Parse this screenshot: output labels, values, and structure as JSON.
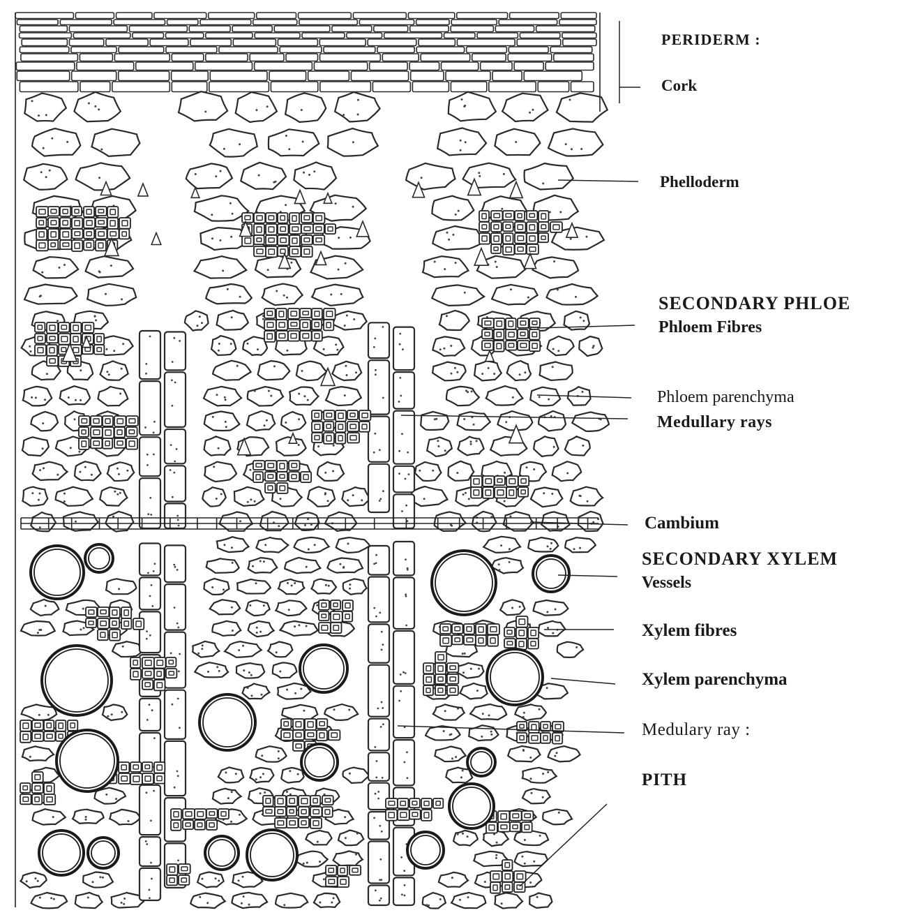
{
  "labels": {
    "periderm": "PERIDERM :",
    "cork": "Cork",
    "phelloderm": "Phelloderm",
    "secondary_phloem": "SECONDARY PHLOE",
    "phloem_fibres": "Phloem Fibres",
    "phloem_parenchyma": "Phloem parenchyma",
    "medullary_rays": "Medullary rays",
    "cambium": "Cambium",
    "secondary_xylem": "SECONDARY XYLEM",
    "vessels": "Vessels",
    "xylem_fibres": "Xylem fibres",
    "xylem_parenchyma": "Xylem parenchyma",
    "medulary_ray": "Medulary ray :",
    "pith": "PITH"
  }
}
